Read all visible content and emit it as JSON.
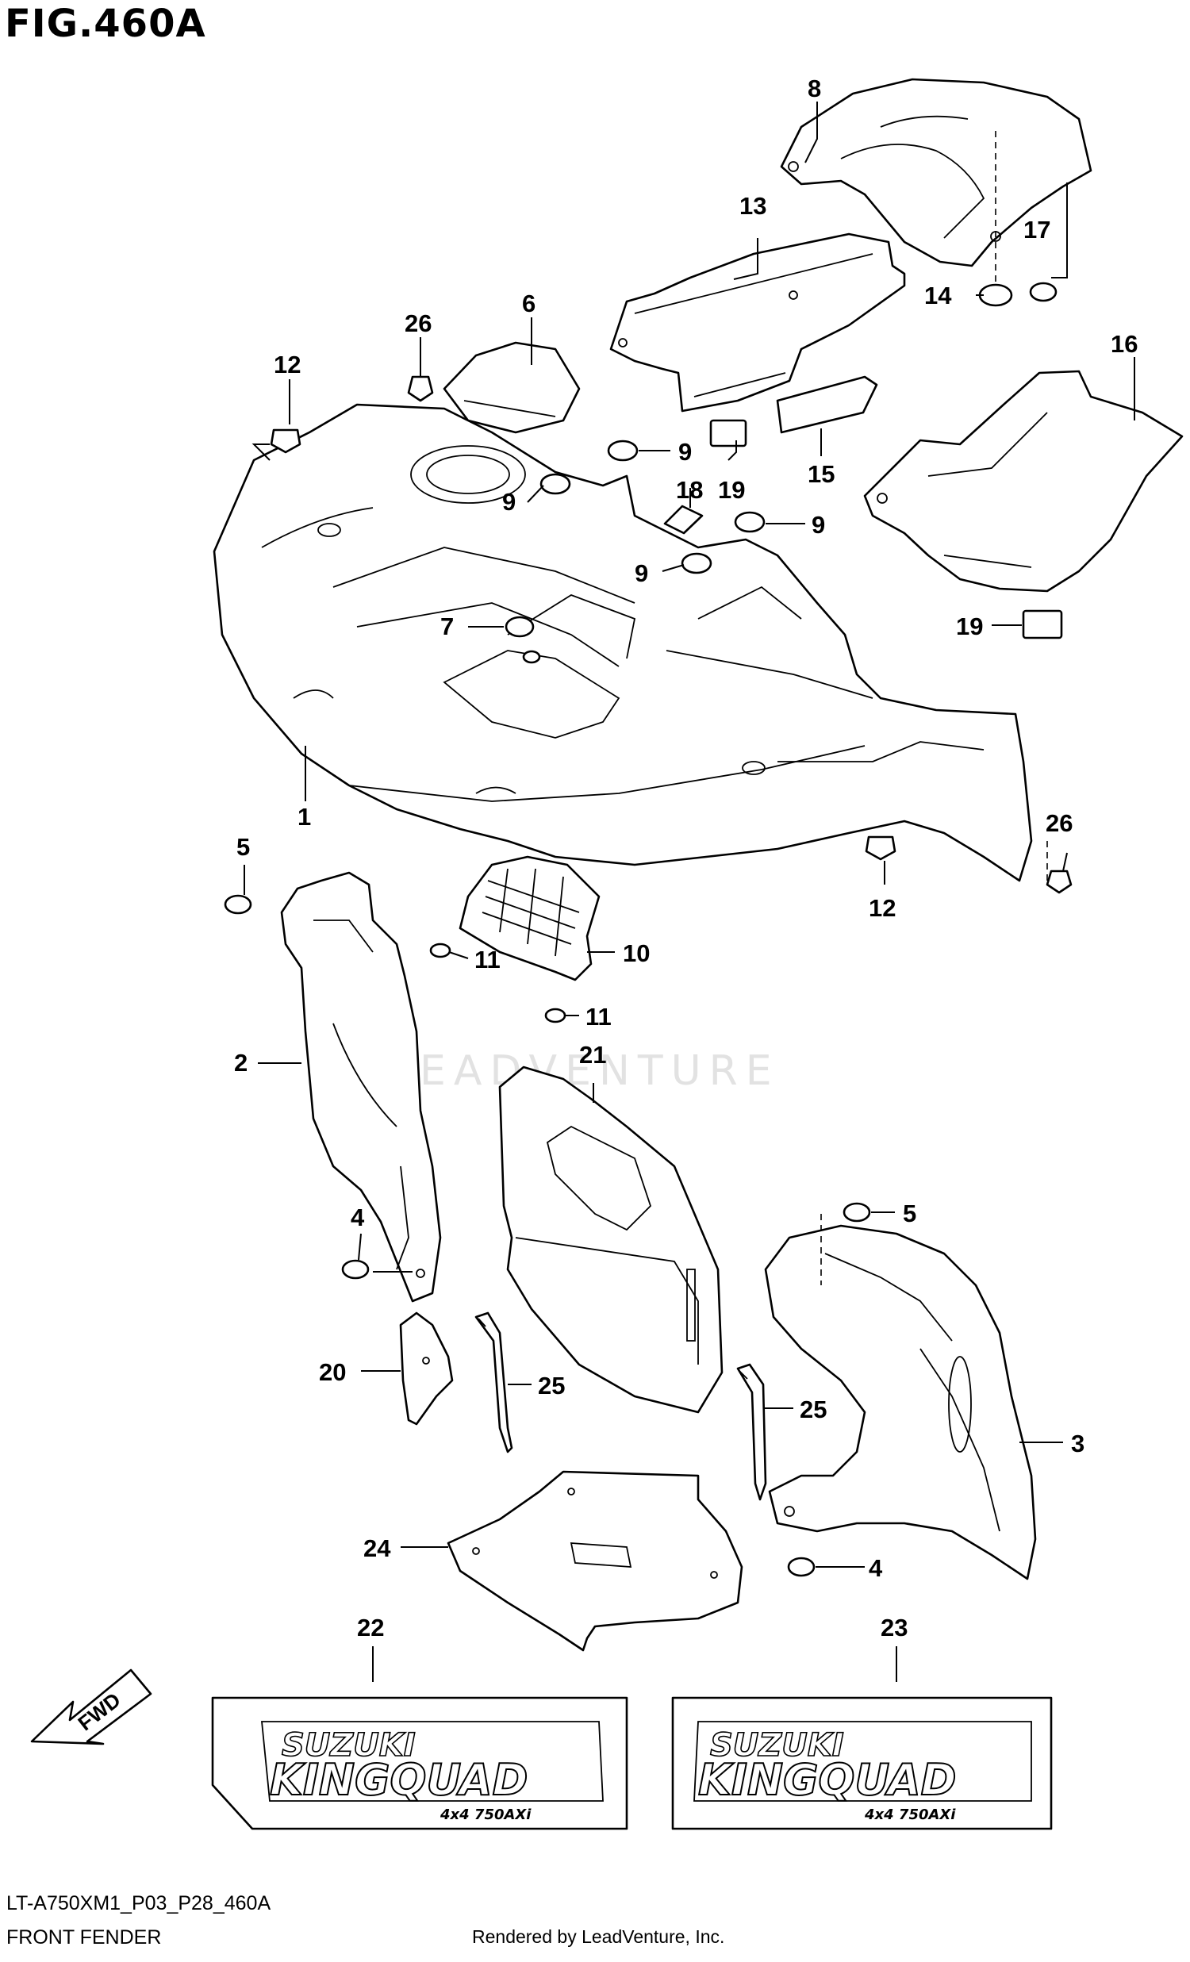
{
  "figure": {
    "title": "FIG.460A",
    "model_code": "LT-A750XM1_P03_P28_460A",
    "section_name": "FRONT FENDER",
    "credit": "Rendered by LeadVenture, Inc.",
    "watermark": "LEADVENTURE",
    "fwd_label": "FWD",
    "decal_text": {
      "brand": "SUZUKI",
      "model": "KINGQUAD",
      "badge": "4x4 750AXi"
    }
  },
  "callouts": [
    {
      "id": "c1",
      "label": "1"
    },
    {
      "id": "c2",
      "label": "2"
    },
    {
      "id": "c3",
      "label": "3"
    },
    {
      "id": "c4a",
      "label": "4"
    },
    {
      "id": "c4b",
      "label": "4"
    },
    {
      "id": "c5a",
      "label": "5"
    },
    {
      "id": "c5b",
      "label": "5"
    },
    {
      "id": "c6",
      "label": "6"
    },
    {
      "id": "c7",
      "label": "7"
    },
    {
      "id": "c8",
      "label": "8"
    },
    {
      "id": "c9a",
      "label": "9"
    },
    {
      "id": "c9b",
      "label": "9"
    },
    {
      "id": "c9c",
      "label": "9"
    },
    {
      "id": "c9d",
      "label": "9"
    },
    {
      "id": "c10",
      "label": "10"
    },
    {
      "id": "c11a",
      "label": "11"
    },
    {
      "id": "c11b",
      "label": "11"
    },
    {
      "id": "c12a",
      "label": "12"
    },
    {
      "id": "c12b",
      "label": "12"
    },
    {
      "id": "c13",
      "label": "13"
    },
    {
      "id": "c14",
      "label": "14"
    },
    {
      "id": "c15",
      "label": "15"
    },
    {
      "id": "c16",
      "label": "16"
    },
    {
      "id": "c17",
      "label": "17"
    },
    {
      "id": "c18",
      "label": "18"
    },
    {
      "id": "c19a",
      "label": "19"
    },
    {
      "id": "c19b",
      "label": "19"
    },
    {
      "id": "c20",
      "label": "20"
    },
    {
      "id": "c21",
      "label": "21"
    },
    {
      "id": "c22",
      "label": "22"
    },
    {
      "id": "c23",
      "label": "23"
    },
    {
      "id": "c24",
      "label": "24"
    },
    {
      "id": "c25a",
      "label": "25"
    },
    {
      "id": "c25b",
      "label": "25"
    },
    {
      "id": "c26a",
      "label": "26"
    },
    {
      "id": "c26b",
      "label": "26"
    }
  ]
}
